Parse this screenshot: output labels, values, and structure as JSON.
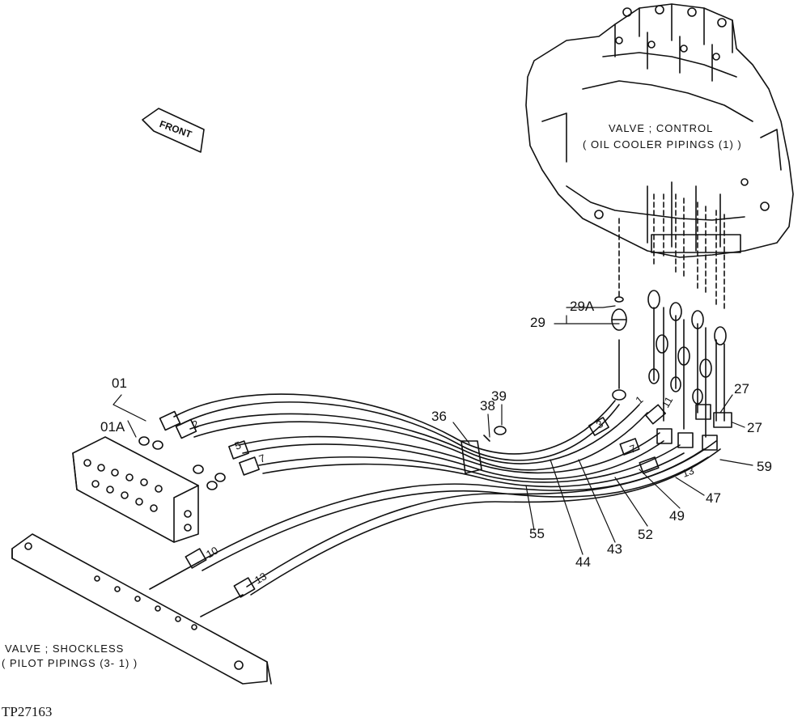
{
  "front_label": "FRONT",
  "control_valve": {
    "line1": "VALVE ; CONTROL",
    "line2": "( OIL COOLER PIPINGS (1) )"
  },
  "shockless_valve": {
    "line1": "VALVE ; SHOCKLESS",
    "line2": "( PILOT PIPINGS (3- 1) )"
  },
  "part_numbers": {
    "p01": "01",
    "p01a": "01A",
    "p29": "29",
    "p29a": "29A",
    "p36": "36",
    "p38": "38",
    "p39": "39",
    "p27a": "27",
    "p27b": "27",
    "p59": "59",
    "p47": "47",
    "p49": "49",
    "p52": "52",
    "p43": "43",
    "p44": "44",
    "p55": "55"
  },
  "hose_marks": [
    "2",
    "5",
    "7",
    "10",
    "13",
    "1",
    "3",
    "11",
    "7",
    "13"
  ],
  "figure_id": "TP27163"
}
